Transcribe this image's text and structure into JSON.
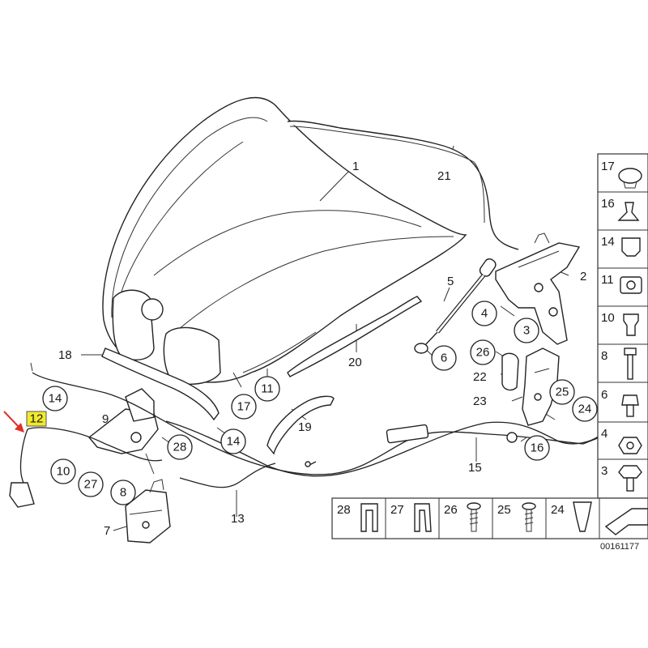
{
  "diagram": {
    "callouts_plain": [
      "1",
      "21",
      "2",
      "5",
      "18",
      "20",
      "9",
      "15",
      "13",
      "7"
    ],
    "callouts_circled": [
      "4",
      "3",
      "6",
      "26",
      "22",
      "25",
      "23",
      "24",
      "11",
      "17",
      "14",
      "14",
      "19",
      "28",
      "10",
      "27",
      "8",
      "16"
    ],
    "highlight_label": "12",
    "side_panel": [
      "17",
      "16",
      "14",
      "11",
      "10",
      "8",
      "6",
      "4",
      "3"
    ],
    "bottom_panel": [
      "28",
      "27",
      "26",
      "25",
      "24"
    ],
    "image_code": "00161177",
    "colors": {
      "highlight": "#f2ea2a",
      "arrow": "#e0302a",
      "line": "#222222"
    }
  }
}
